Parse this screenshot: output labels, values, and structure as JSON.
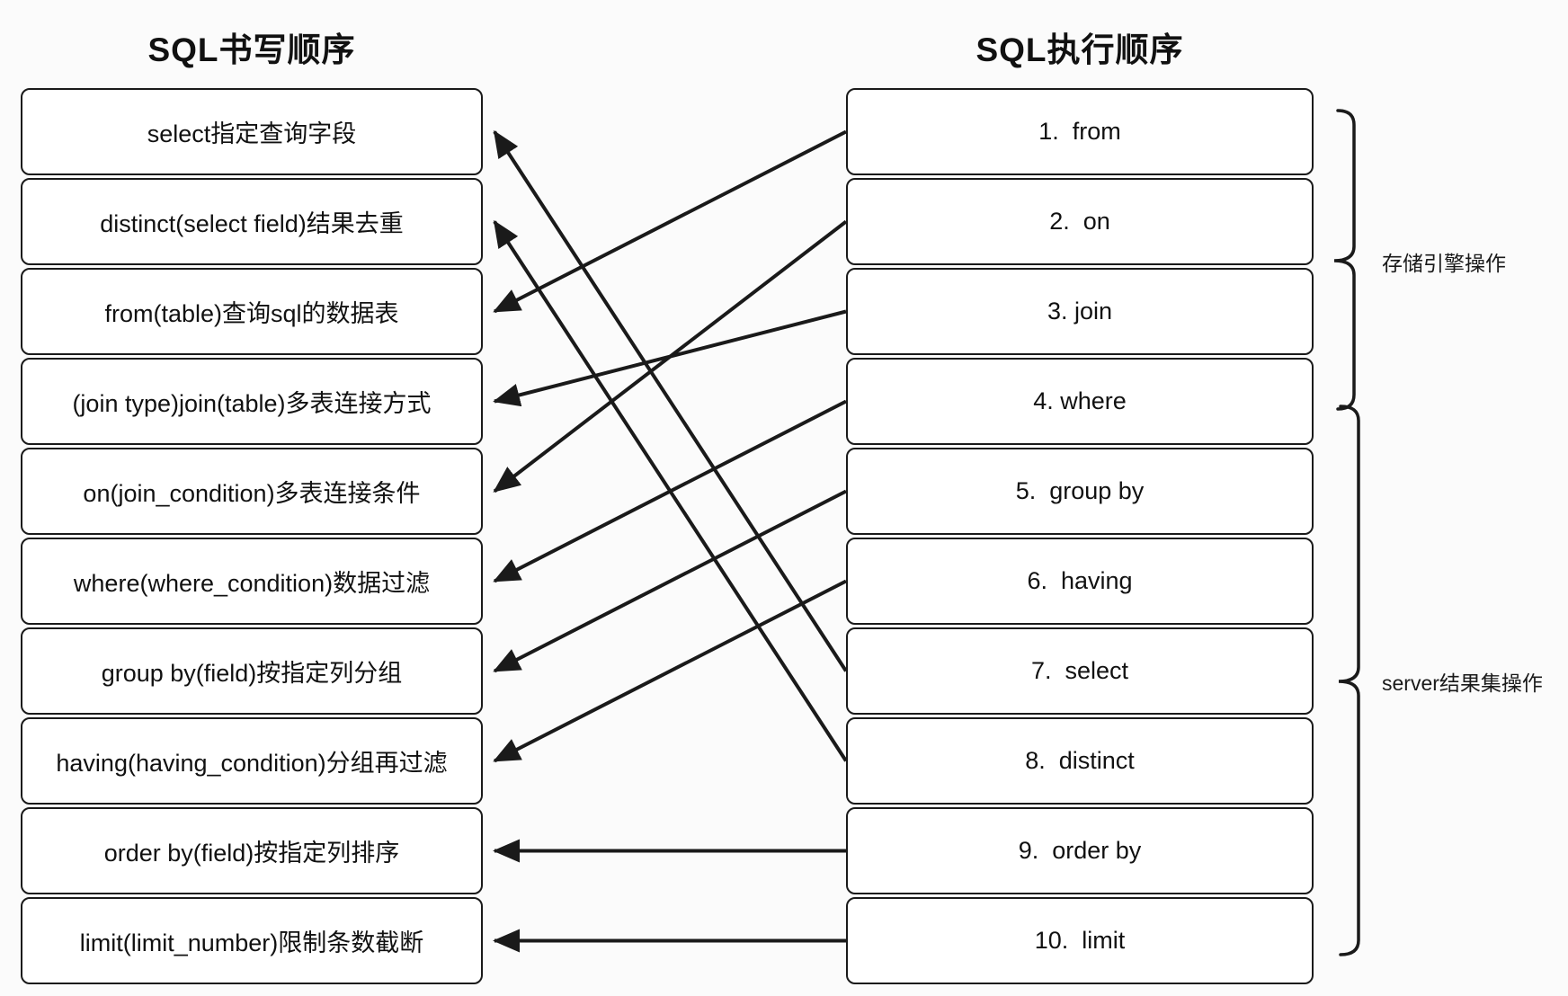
{
  "titles": {
    "left": "SQL书写顺序",
    "right": "SQL执行顺序"
  },
  "left_column": {
    "items": [
      "select指定查询字段",
      "distinct(select field)结果去重",
      "from(table)查询sql的数据表",
      "(join type)join(table)多表连接方式",
      "on(join_condition)多表连接条件",
      "where(where_condition)数据过滤",
      "group by(field)按指定列分组",
      "having(having_condition)分组再过滤",
      "order by(field)按指定列排序",
      "limit(limit_number)限制条数截断"
    ]
  },
  "right_column": {
    "items": [
      "1.  from",
      "2.  on",
      "3. join",
      "4. where",
      "5.  group by",
      "6.  having",
      "7.  select",
      "8.  distinct",
      "9.  order by",
      "10.  limit"
    ]
  },
  "connections": [
    {
      "from_index": 0,
      "to_index": 2
    },
    {
      "from_index": 1,
      "to_index": 4
    },
    {
      "from_index": 2,
      "to_index": 3
    },
    {
      "from_index": 3,
      "to_index": 5
    },
    {
      "from_index": 4,
      "to_index": 6
    },
    {
      "from_index": 5,
      "to_index": 7
    },
    {
      "from_index": 6,
      "to_index": 0
    },
    {
      "from_index": 7,
      "to_index": 1
    },
    {
      "from_index": 8,
      "to_index": 8
    },
    {
      "from_index": 9,
      "to_index": 9
    }
  ],
  "braces": [
    {
      "label": "存储引擎操作",
      "start_index": 0,
      "end_index": 3
    },
    {
      "label": "server结果集操作",
      "start_index": 3,
      "end_index": 9
    }
  ],
  "colors": {
    "stroke": "#1a1a1a",
    "box_fill": "#ffffff",
    "background": "#fbfbfb"
  }
}
